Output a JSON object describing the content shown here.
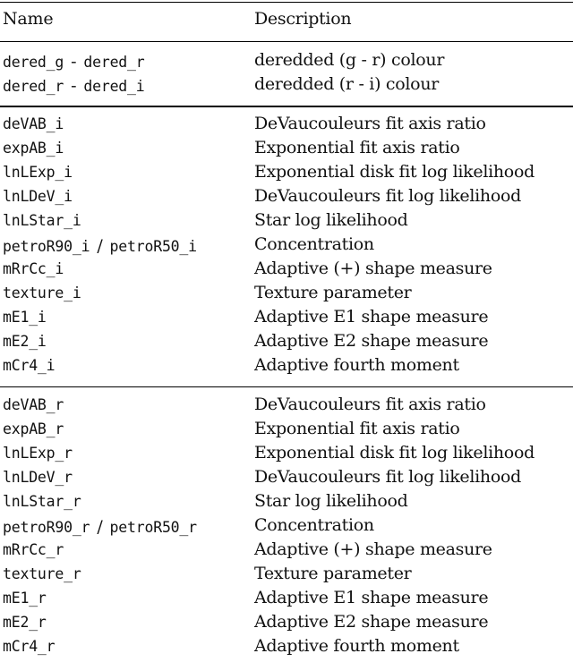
{
  "header": {
    "name": "Name",
    "description": "Description"
  },
  "groups": [
    {
      "rows": [
        {
          "name_a": "dered_g",
          "name_b": "dered_r",
          "sep": "-",
          "description": "deredded (g - r) colour"
        },
        {
          "name_a": "dered_r",
          "name_b": "dered_i",
          "sep": "-",
          "description": "deredded (r - i) colour"
        }
      ]
    },
    {
      "rows": [
        {
          "name_a": "deVAB_i",
          "description": "DeVaucouleurs fit axis ratio"
        },
        {
          "name_a": "expAB_i",
          "description": "Exponential fit axis ratio"
        },
        {
          "name_a": "lnLExp_i",
          "description": "Exponential disk fit log likelihood"
        },
        {
          "name_a": "lnLDeV_i",
          "description": "DeVaucouleurs fit log likelihood"
        },
        {
          "name_a": "lnLStar_i",
          "description": "Star log likelihood"
        },
        {
          "name_a": "petroR90_i",
          "name_b": "petroR50_i",
          "sep": "/",
          "description": "Concentration"
        },
        {
          "name_a": "mRrCc_i",
          "description": "Adaptive (+) shape measure"
        },
        {
          "name_a": "texture_i",
          "description": "Texture parameter"
        },
        {
          "name_a": "mE1_i",
          "description": "Adaptive E1 shape measure"
        },
        {
          "name_a": "mE2_i",
          "description": "Adaptive E2 shape measure"
        },
        {
          "name_a": "mCr4_i",
          "description": "Adaptive fourth moment"
        }
      ]
    },
    {
      "rows": [
        {
          "name_a": "deVAB_r",
          "description": "DeVaucouleurs fit axis ratio"
        },
        {
          "name_a": "expAB_r",
          "description": "Exponential fit axis ratio"
        },
        {
          "name_a": "lnLExp_r",
          "description": "Exponential disk fit log likelihood"
        },
        {
          "name_a": "lnLDeV_r",
          "description": "DeVaucouleurs fit log likelihood"
        },
        {
          "name_a": "lnLStar_r",
          "description": "Star log likelihood"
        },
        {
          "name_a": "petroR90_r",
          "name_b": "petroR50_r",
          "sep": "/",
          "description": "Concentration"
        },
        {
          "name_a": "mRrCc_r",
          "description": "Adaptive (+) shape measure"
        },
        {
          "name_a": "texture_r",
          "description": "Texture parameter"
        },
        {
          "name_a": "mE1_r",
          "description": "Adaptive E1 shape measure"
        },
        {
          "name_a": "mE2_r",
          "description": "Adaptive E2 shape measure"
        },
        {
          "name_a": "mCr4_r",
          "description": "Adaptive fourth moment"
        }
      ]
    }
  ]
}
